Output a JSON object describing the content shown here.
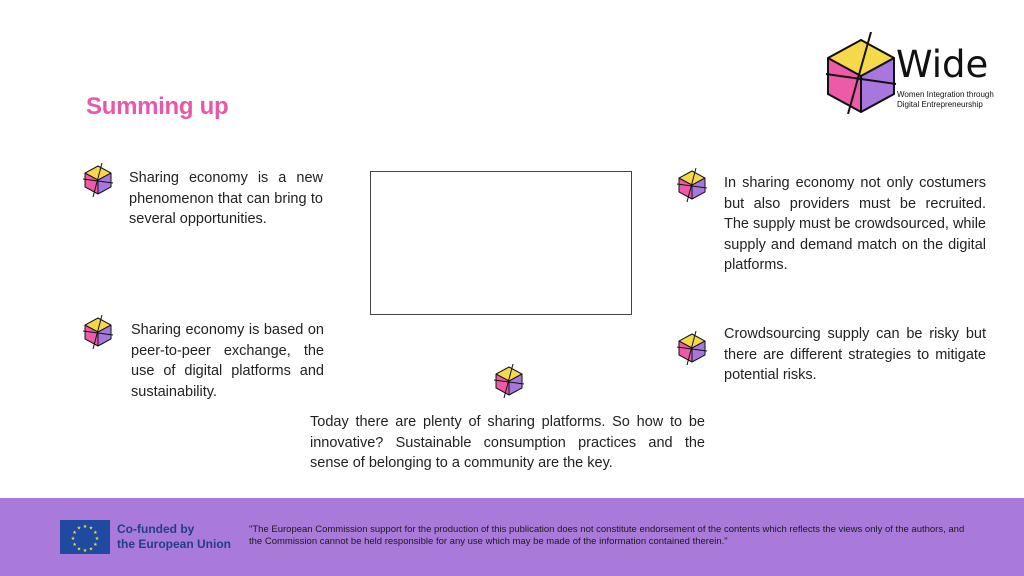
{
  "page": {
    "title": "Summing up"
  },
  "logo": {
    "name": "Wide",
    "subtitle": "Women Integration through Digital Entrepreneurship"
  },
  "bullets": [
    {
      "text": "Sharing economy is a new phenomenon that can bring to several opportunities."
    },
    {
      "text": "Sharing economy is based on peer-to-peer exchange, the use of digital platforms and sustainability."
    },
    {
      "text": "Today there are plenty of sharing platforms. So how to be innovative? Sustainable consumption practices and the sense of belonging to a community are the key."
    },
    {
      "text": "In sharing economy not only costumers but also providers must be recruited. The supply must be crowdsourced, while supply and demand match on the digital platforms."
    },
    {
      "text": "Crowdsourcing supply can be risky but there are different strategies to mitigate potential risks."
    }
  ],
  "footer": {
    "cofunded_line1": "Co-funded by",
    "cofunded_line2": "the European Union",
    "disclaimer": "\"The European Commission support for the production of this publication does not constitute endorsement of the contents which reflects the views only of the authors, and the Commission cannot be held responsible for any use which may be made of the information contained therein.\""
  },
  "colors": {
    "title": "#e857a8",
    "footer_background": "#a97ad9",
    "icon_yellow": "#f5d94a",
    "icon_pink": "#ec5aa8",
    "icon_purple": "#a777de",
    "eu_blue": "#1f4aa0"
  },
  "icons": {
    "bullet": "hexagon-cube-icon",
    "eu": "eu-flag-icon"
  }
}
